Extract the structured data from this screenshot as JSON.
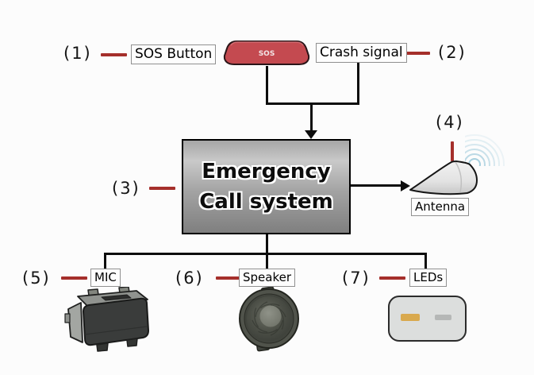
{
  "diagram": {
    "center_box": {
      "line1": "Emergency",
      "line2": "Call system"
    },
    "sos_key_text": "SOS",
    "items": [
      {
        "num": "(1)",
        "label": "SOS Button"
      },
      {
        "num": "(2)",
        "label": "Crash signal"
      },
      {
        "num": "(3)"
      },
      {
        "num": "(4)",
        "label": "Antenna"
      },
      {
        "num": "(5)",
        "label": "MIC"
      },
      {
        "num": "(6)",
        "label": "Speaker"
      },
      {
        "num": "(7)",
        "label": "LEDs"
      }
    ],
    "colors": {
      "callout_red": "#a52f2b",
      "sos_key_red": "#c44a50",
      "wave_blue": "#9fcbdb",
      "led_amber": "#d9a94e",
      "led_gray": "#b5b7b6",
      "line_black": "#0d0d0d"
    }
  }
}
